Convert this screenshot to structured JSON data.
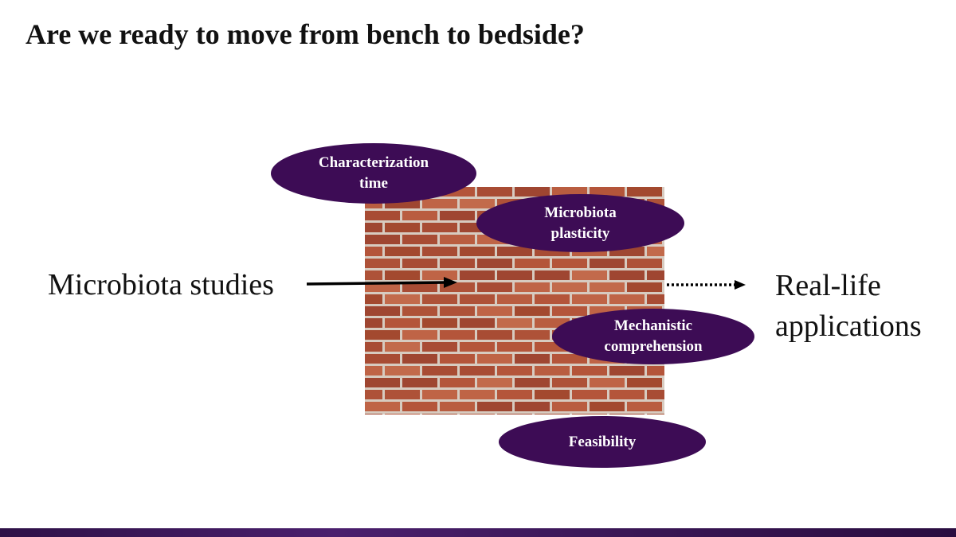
{
  "slide": {
    "title": "Are we ready to move from bench to bedside?"
  },
  "diagram": {
    "source_label": "Microbiota studies",
    "target_label_line1": "Real-life",
    "target_label_line2": "applications",
    "barriers": [
      {
        "line1": "Characterization",
        "line2": "time"
      },
      {
        "line1": "Microbiota",
        "line2": "plasticity"
      },
      {
        "line1": "Mechanistic",
        "line2": "comprehension"
      },
      {
        "line1": "Feasibility",
        "line2": ""
      }
    ]
  },
  "colors": {
    "oval_fill": "#3d0c55",
    "oval_text": "#ffffff",
    "brick": "#b65a3c",
    "mortar": "#d7cbc0",
    "band": "#3a1756"
  },
  "icons": {
    "wall": "brick-wall-icon",
    "arrow_solid": "solid-arrow-icon",
    "arrow_dotted": "dotted-arrow-icon"
  }
}
